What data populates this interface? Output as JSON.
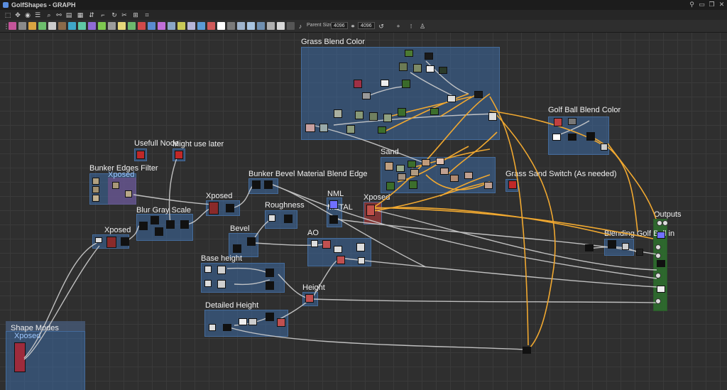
{
  "window": {
    "title": "GolfShapes - GRAPH"
  },
  "toolbar": {
    "parent_size_label": "Parent Size:",
    "width_value": "4096",
    "height_value": "4096"
  },
  "frames": {
    "grass_blend_color": "Grass Blend Color",
    "golf_ball_blend_color": "Golf Ball Blend Color",
    "usefull_node": "Usefull Node",
    "might_use_later": "Might use later",
    "bunker_edges_filter": "Bunker Edges Filter",
    "bunker_edges_xposed": "Xposed",
    "bunker_bevel": "Bunker Bevel Material Blend Edge",
    "sand": "Sand",
    "grass_sand_switch": "Grass Sand Switch (As needed)",
    "blur_gray_scale": "Blur Gray Scale",
    "xposed_top": "Xposed",
    "xposed_left": "Xposed",
    "roughness": "Roughness",
    "nml": "NML",
    "metal": "METAL",
    "xposed_mid": "Xposed",
    "bevel": "Bevel",
    "ao": "AO",
    "outputs": "Outputs",
    "blending_golf_ball_in": "Blending Golf Ball in",
    "base_height": "Base height",
    "height": "Height",
    "detailed_height": "Detailed Height",
    "shape_modes": "Shape Modes",
    "shape_xposed": "Xposed"
  },
  "colors": {
    "canvas_bg": "#2f2f2f",
    "frame_blue": "#3c6496",
    "wire_orange": "#f0a830",
    "wire_gray": "#cfcfcf",
    "xposed_red": "#7e2a2a",
    "output_green": "#2d6b2d"
  }
}
